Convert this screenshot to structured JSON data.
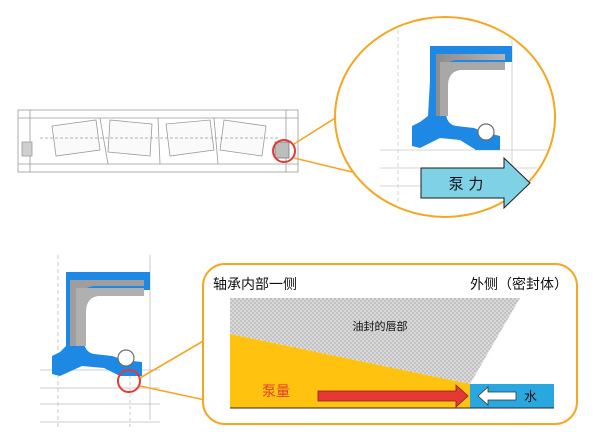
{
  "labels": {
    "pump_force": "泵 力",
    "inner_side": "轴承内部一侧",
    "outer_side": "外侧（密封体）",
    "lip": "油封的唇部",
    "pump_amount": "泵量",
    "water": "水"
  },
  "colors": {
    "seal_blue": "#1E88E5",
    "metal_gray": "#9E9E9E",
    "callout_orange": "#F5A623",
    "highlight_red": "#E53935",
    "arrow_teal": "#7FD1E6",
    "oil_yellow": "#FFC20E",
    "water_blue": "#29A8E0"
  }
}
